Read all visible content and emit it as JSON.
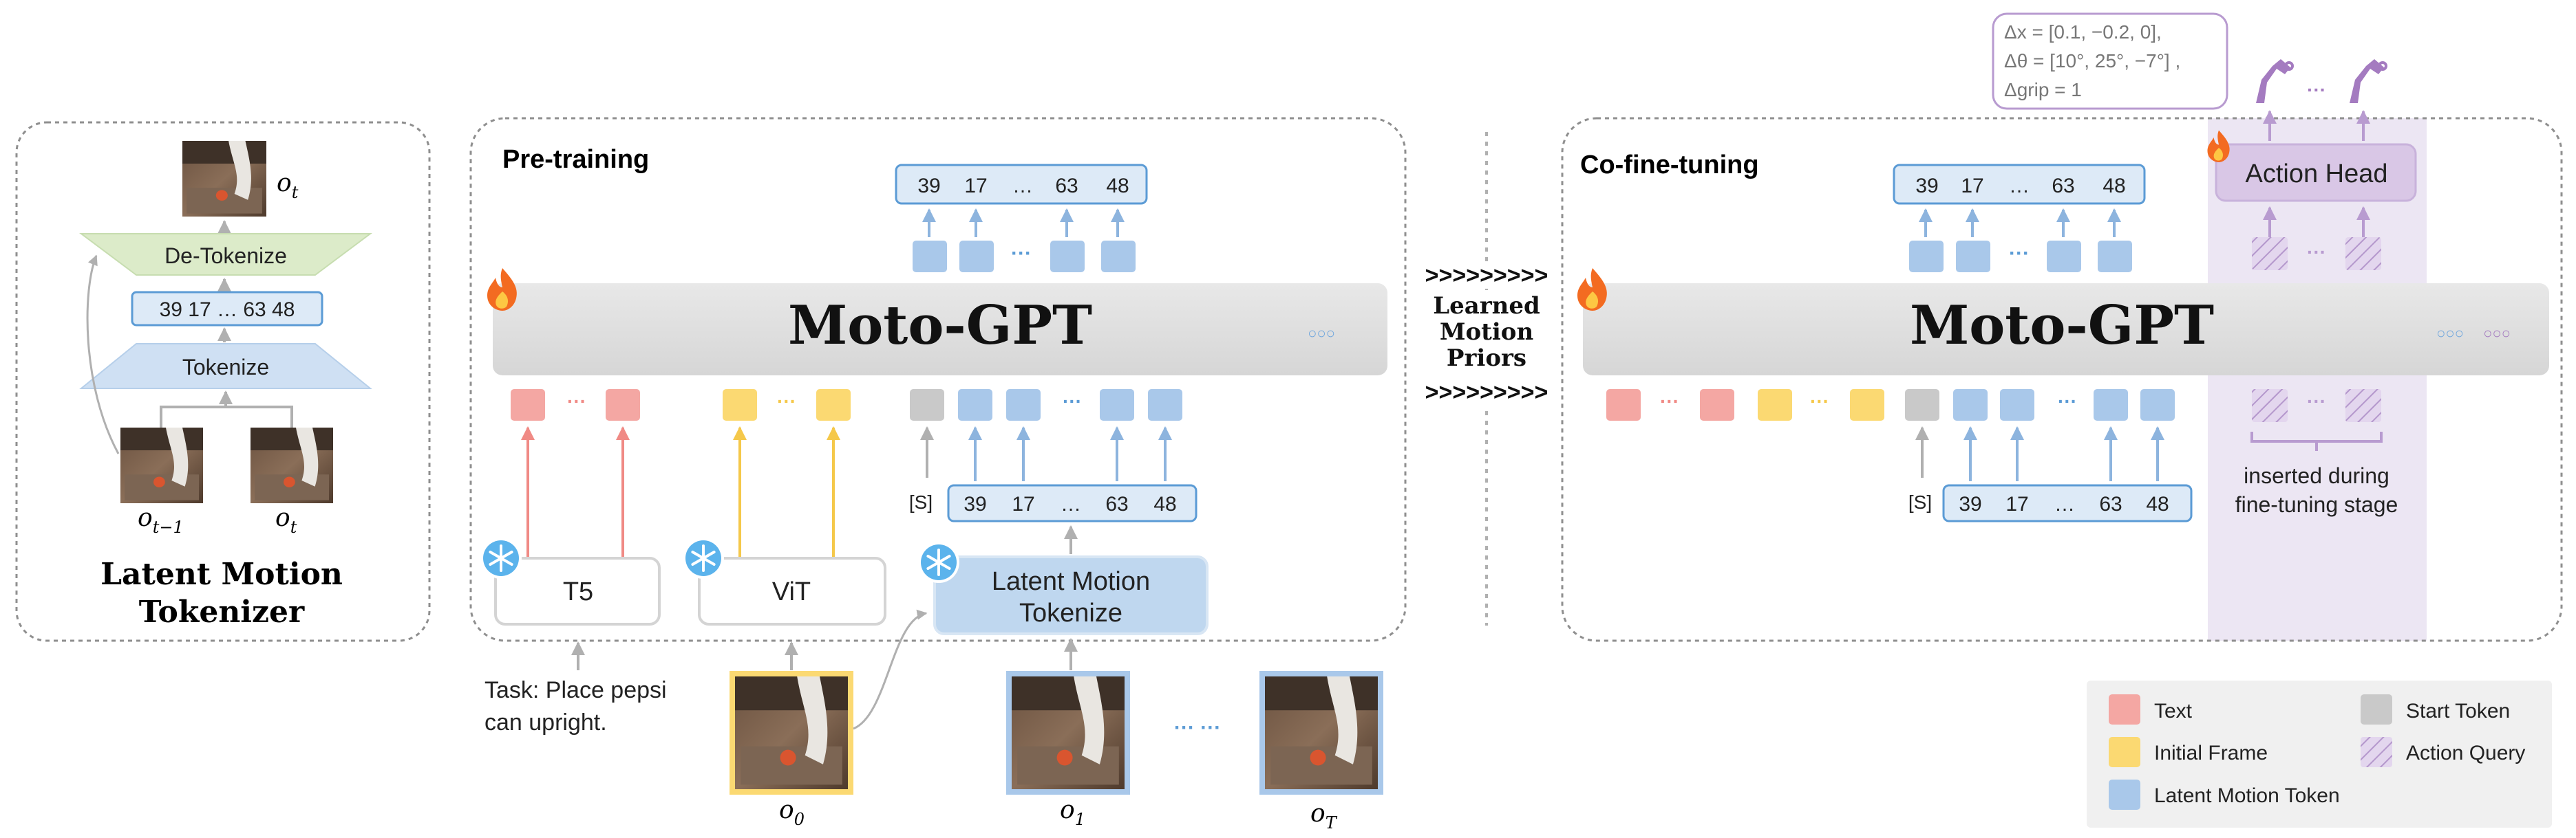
{
  "tokenizer_panel": {
    "title_line1": "Latent Motion",
    "title_line2": "Tokenizer",
    "detokenize_label": "De-Tokenize",
    "tokenize_label": "Tokenize",
    "token_seq": "39  17  …  63  48",
    "frame_out_label": "o",
    "frame_out_sub": "t",
    "frame_prev_label": "o",
    "frame_prev_sub": "t−1",
    "frame_cur_label": "o",
    "frame_cur_sub": "t"
  },
  "pretrain_panel": {
    "title": "Pre-training",
    "model_label": "Moto-GPT",
    "out_tokens": [
      "39",
      "17",
      "…",
      "63",
      "48"
    ],
    "in_tokens": [
      "39",
      "17",
      "…",
      "63",
      "48"
    ],
    "start_marker": "[S]",
    "dots_blue": "○○○",
    "ellipsis_red": "···",
    "ellipsis_yellow": "···",
    "ellipsis_blue": "···",
    "t5_label": "T5",
    "vit_label": "ViT",
    "lmt_line1": "Latent Motion",
    "lmt_line2": "Tokenize",
    "task_line1": "Task: Place pepsi",
    "task_line2": "can upright.",
    "frame0_label": "o",
    "frame0_sub": "0",
    "frame1_label": "o",
    "frame1_sub": "1",
    "frameT_label": "o",
    "frameT_sub": "T",
    "frames_ellipsis": "··· ···"
  },
  "middle": {
    "arrows_top": ">>>>>>>>>",
    "arrows_bottom": ">>>>>>>>>",
    "line1": "Learned",
    "line2": "Motion",
    "line3": "Priors"
  },
  "cofinetune_panel": {
    "title": "Co-fine-tuning",
    "model_label": "Moto-GPT",
    "out_tokens": [
      "39",
      "17",
      "…",
      "63",
      "48"
    ],
    "in_tokens": [
      "39",
      "17",
      "…",
      "63",
      "48"
    ],
    "start_marker": "[S]",
    "action_head_label": "Action Head",
    "inserted_line1": "inserted during",
    "inserted_line2": "fine-tuning stage",
    "action_line1": "Δx = [0.1, −0.2, 0],",
    "action_line2": "Δθ = [10°, 25°, −7°] ,",
    "action_line3": "Δgrip = 1",
    "dots_blue": "○○○",
    "dots_purple": "○○○"
  },
  "legend": [
    {
      "label": "Text",
      "color": "#F4A7A3"
    },
    {
      "label": "Start Token",
      "color": "#C9C9C9"
    },
    {
      "label": "Initial Frame",
      "color": "#FBD972"
    },
    {
      "label": "Action Query",
      "color": "#D9C7E6"
    },
    {
      "label": "Latent Motion Token",
      "color": "#A9C8EA"
    }
  ],
  "colors": {
    "text_token": "#F4A7A3",
    "frame_token": "#FBD972",
    "motion_token": "#A9C8EA",
    "start_token": "#C9C9C9",
    "query_token": "#D9C7E6",
    "purple_accent": "#A47BC0",
    "blue_border": "#5B9BD5"
  }
}
